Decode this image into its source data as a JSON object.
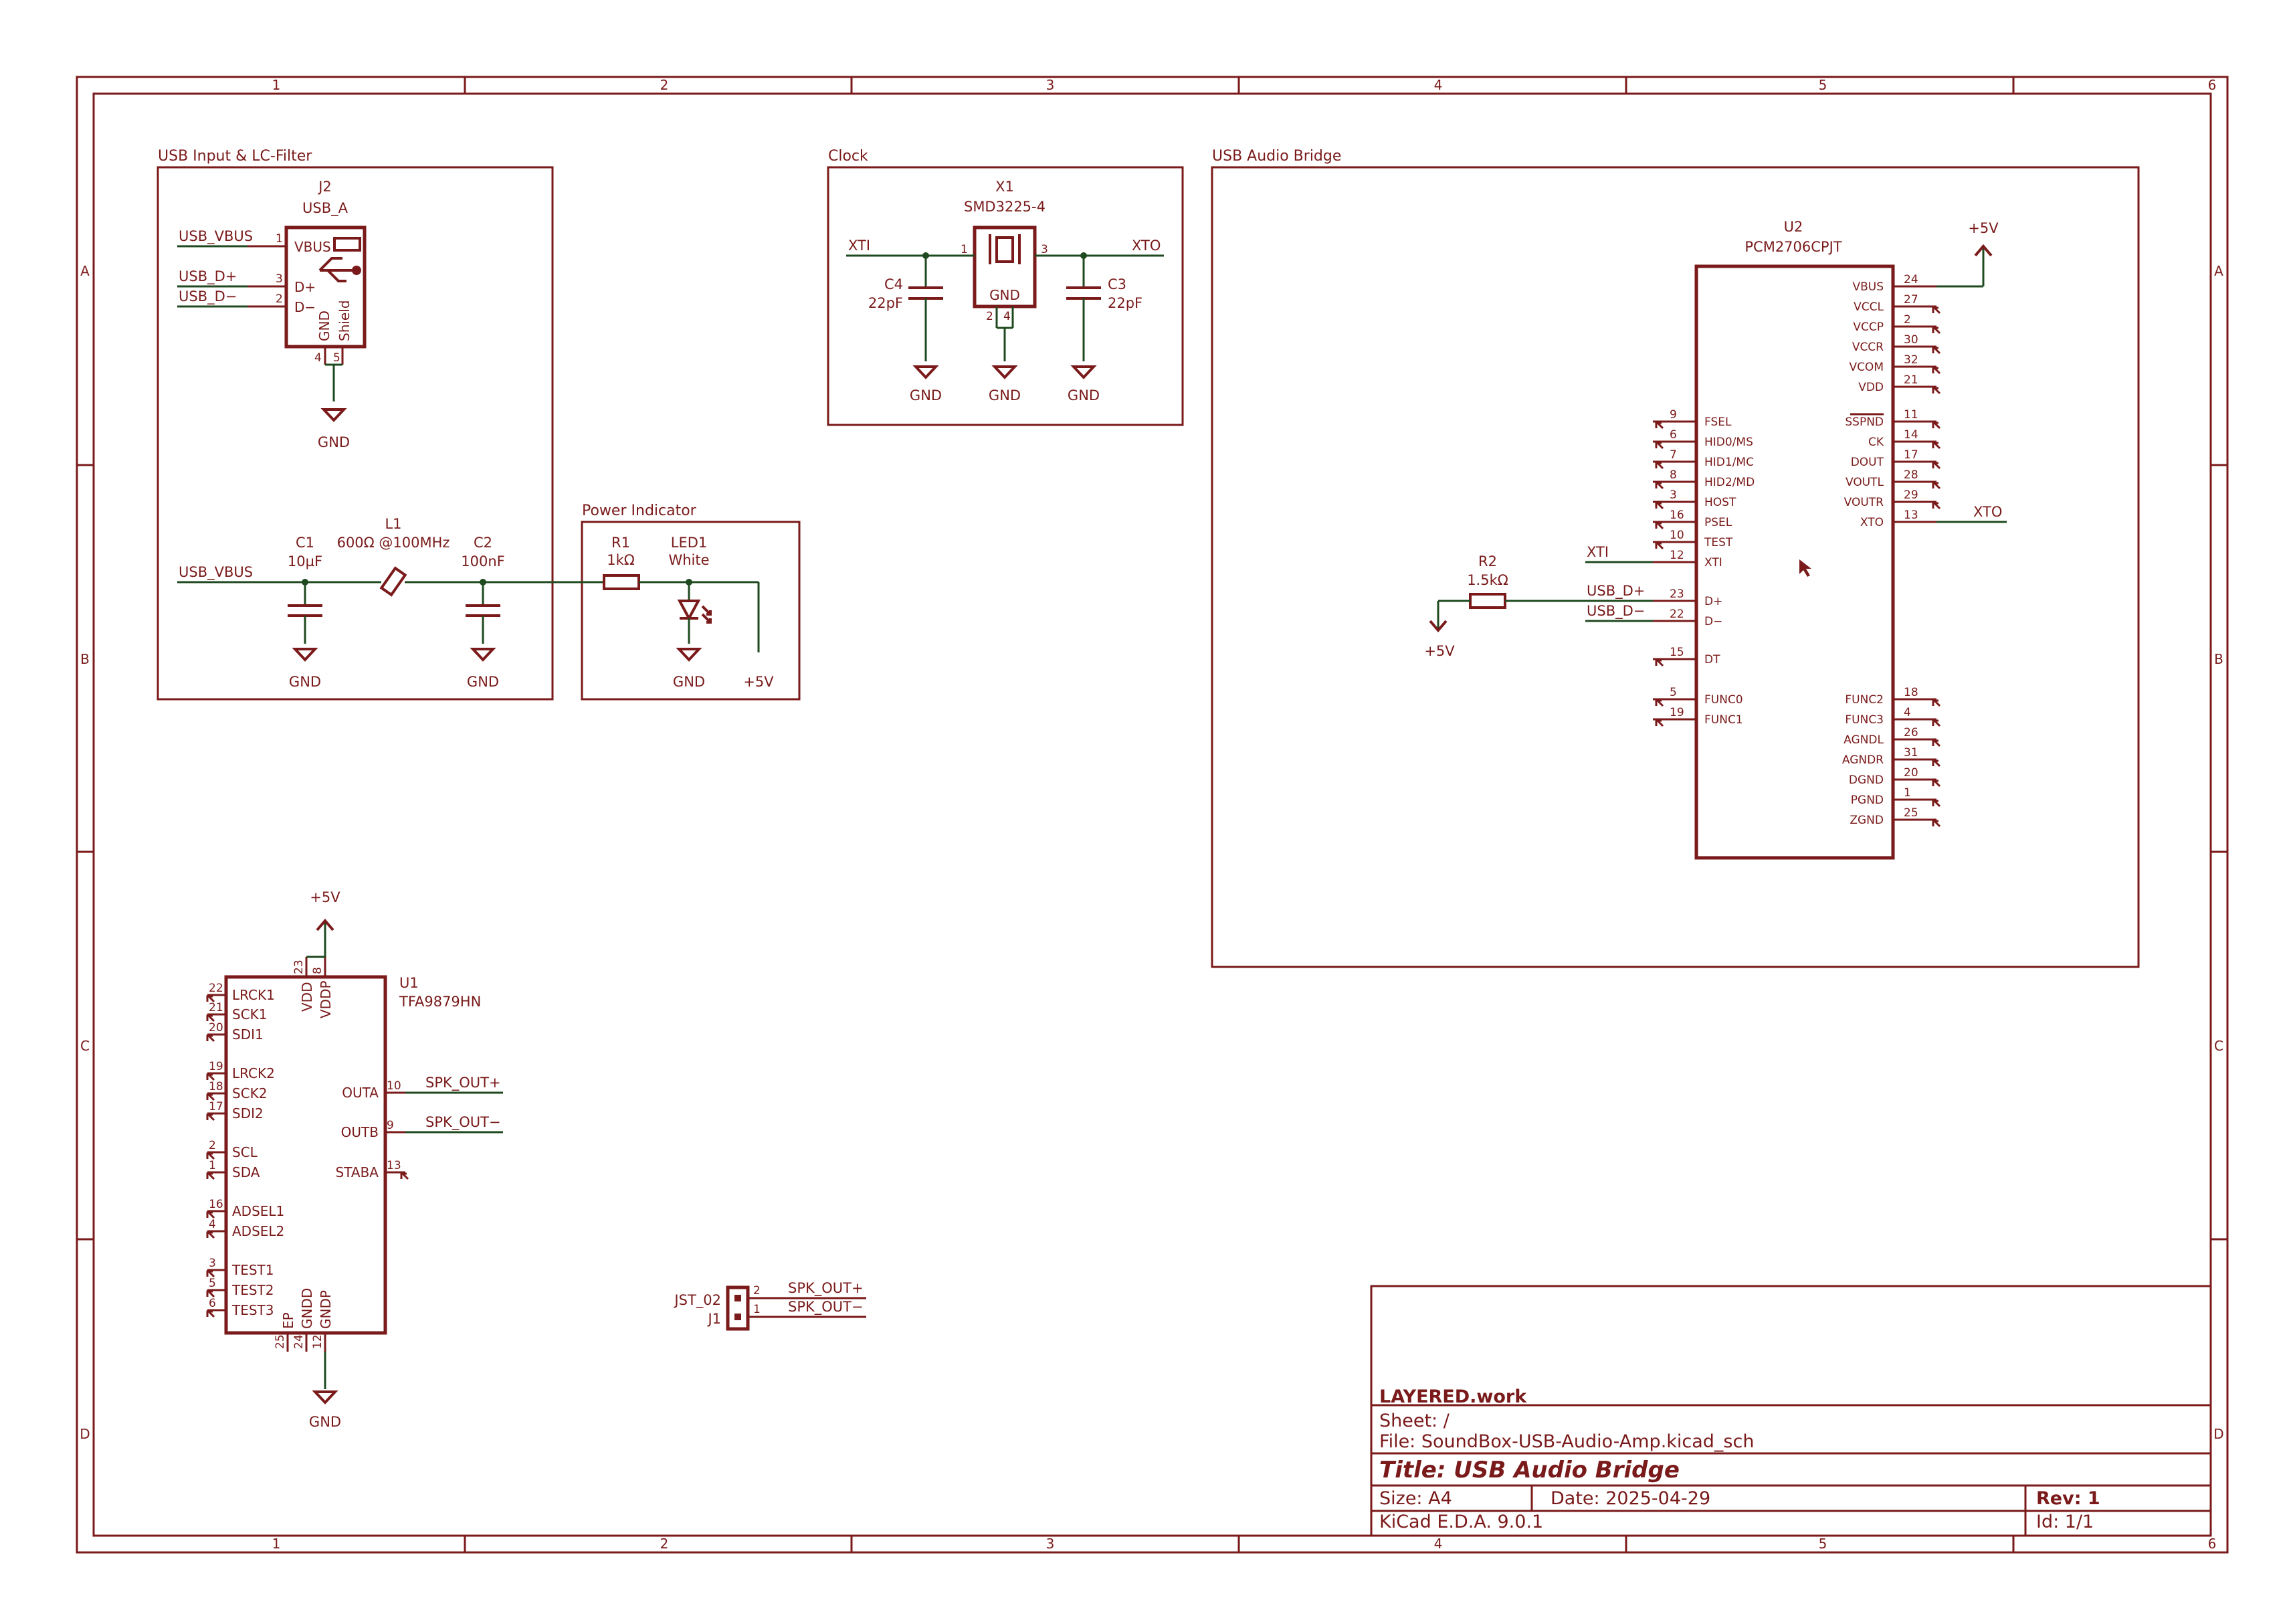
{
  "frame": {
    "columns": [
      "1",
      "2",
      "3",
      "4",
      "5",
      "6"
    ],
    "rows": [
      "A",
      "B",
      "C",
      "D"
    ]
  },
  "groups": {
    "usb_input": "USB Input & LC-Filter",
    "clock": "Clock",
    "usb_audio_bridge": "USB Audio Bridge",
    "power_indicator": "Power Indicator"
  },
  "components": {
    "j2": {
      "ref": "J2",
      "value": "USB_A",
      "pins": [
        "VBUS",
        "D+",
        "D−",
        "GND",
        "Shield"
      ],
      "pin_numbers": [
        "1",
        "3",
        "2",
        "4",
        "5"
      ]
    },
    "x1": {
      "ref": "X1",
      "value": "SMD3225-4",
      "pin_label": "GND",
      "pin_numbers": [
        "1",
        "3",
        "2",
        "4"
      ]
    },
    "c4": {
      "ref": "C4",
      "value": "22pF"
    },
    "c3": {
      "ref": "C3",
      "value": "22pF"
    },
    "c1": {
      "ref": "C1",
      "value": "10µF"
    },
    "c2": {
      "ref": "C2",
      "value": "100nF"
    },
    "l1": {
      "ref": "L1",
      "value": "600Ω @100MHz"
    },
    "r1": {
      "ref": "R1",
      "value": "1kΩ"
    },
    "led1": {
      "ref": "LED1",
      "value": "White"
    },
    "r2": {
      "ref": "R2",
      "value": "1.5kΩ"
    },
    "u2": {
      "ref": "U2",
      "value": "PCM2706CPJT",
      "left_pins": [
        {
          "num": "9",
          "name": "FSEL"
        },
        {
          "num": "6",
          "name": "HID0/MS"
        },
        {
          "num": "7",
          "name": "HID1/MC"
        },
        {
          "num": "8",
          "name": "HID2/MD"
        },
        {
          "num": "3",
          "name": "HOST"
        },
        {
          "num": "16",
          "name": "PSEL"
        },
        {
          "num": "10",
          "name": "TEST"
        },
        {
          "num": "12",
          "name": "XTI"
        },
        {
          "num": "23",
          "name": "D+"
        },
        {
          "num": "22",
          "name": "D−"
        },
        {
          "num": "15",
          "name": "DT"
        },
        {
          "num": "5",
          "name": "FUNC0"
        },
        {
          "num": "19",
          "name": "FUNC1"
        }
      ],
      "right_pins": [
        {
          "num": "24",
          "name": "VBUS"
        },
        {
          "num": "27",
          "name": "VCCL"
        },
        {
          "num": "2",
          "name": "VCCP"
        },
        {
          "num": "30",
          "name": "VCCR"
        },
        {
          "num": "32",
          "name": "VCOM"
        },
        {
          "num": "21",
          "name": "VDD"
        },
        {
          "num": "11",
          "name": "SSPND"
        },
        {
          "num": "14",
          "name": "CK"
        },
        {
          "num": "17",
          "name": "DOUT"
        },
        {
          "num": "28",
          "name": "VOUTL"
        },
        {
          "num": "29",
          "name": "VOUTR"
        },
        {
          "num": "13",
          "name": "XTO"
        },
        {
          "num": "18",
          "name": "FUNC2"
        },
        {
          "num": "4",
          "name": "FUNC3"
        },
        {
          "num": "26",
          "name": "AGNDL"
        },
        {
          "num": "31",
          "name": "AGNDR"
        },
        {
          "num": "20",
          "name": "DGND"
        },
        {
          "num": "1",
          "name": "PGND"
        },
        {
          "num": "25",
          "name": "ZGND"
        }
      ]
    },
    "u1": {
      "ref": "U1",
      "value": "TFA9879HN",
      "left_pins": [
        {
          "num": "22",
          "name": "LRCK1"
        },
        {
          "num": "21",
          "name": "SCK1"
        },
        {
          "num": "20",
          "name": "SDI1"
        },
        {
          "num": "19",
          "name": "LRCK2"
        },
        {
          "num": "18",
          "name": "SCK2"
        },
        {
          "num": "17",
          "name": "SDI2"
        },
        {
          "num": "2",
          "name": "SCL"
        },
        {
          "num": "1",
          "name": "SDA"
        },
        {
          "num": "16",
          "name": "ADSEL1"
        },
        {
          "num": "4",
          "name": "ADSEL2"
        },
        {
          "num": "3",
          "name": "TEST1"
        },
        {
          "num": "5",
          "name": "TEST2"
        },
        {
          "num": "6",
          "name": "TEST3"
        }
      ],
      "right_pins": [
        {
          "num": "10",
          "name": "OUTA"
        },
        {
          "num": "9",
          "name": "OUTB"
        },
        {
          "num": "13",
          "name": "STABA"
        }
      ],
      "top_pins": [
        {
          "num": "23",
          "name": "VDD"
        },
        {
          "num": "8",
          "name": "VDDP"
        }
      ],
      "bottom_pins": [
        {
          "num": "25",
          "name": "EP"
        },
        {
          "num": "24",
          "name": "GNDD"
        },
        {
          "num": "12",
          "name": "GNDP"
        }
      ]
    },
    "j1": {
      "ref": "J1",
      "value": "JST_02",
      "pin_numbers": [
        "2",
        "1"
      ]
    }
  },
  "nets": {
    "usb_vbus": "USB_VBUS",
    "usb_dp": "USB_D+",
    "usb_dm": "USB_D−",
    "xti": "XTI",
    "xto": "XTO",
    "gnd": "GND",
    "p5v": "+5V",
    "spk_p": "SPK_OUT+",
    "spk_m": "SPK_OUT−"
  },
  "title_block": {
    "company": "LAYERED.work",
    "sheet": "Sheet: /",
    "file": "File: SoundBox-USB-Audio-Amp.kicad_sch",
    "title": "Title: USB Audio Bridge",
    "size": "Size: A4",
    "date": "Date: 2025-04-29",
    "rev": "Rev: 1",
    "tool": "KiCad E.D.A. 9.0.1",
    "id": "Id: 1/1"
  }
}
